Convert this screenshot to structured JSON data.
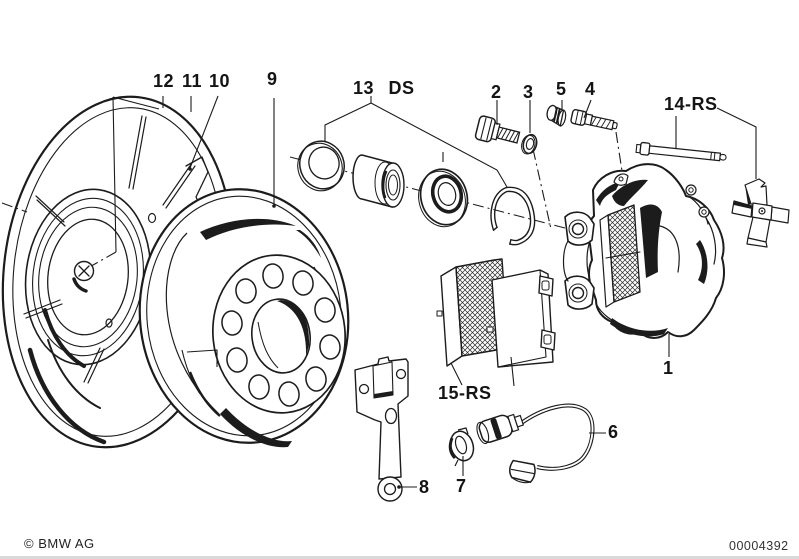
{
  "diagram": {
    "title_hint": "rear brake disc / caliper exploded parts drawing",
    "colors": {
      "ink": "#1c1c1c",
      "paper": "#ffffff"
    },
    "callouts": {
      "c12": "12",
      "c11": "11",
      "c10": "10",
      "c9": "9",
      "c13": "13 DS",
      "c2": "2",
      "c3": "3",
      "c5": "5",
      "c4": "4",
      "c14": "14-RS",
      "c1": "1",
      "c15": "15-RS",
      "c6": "6",
      "c7": "7",
      "c8": "8"
    },
    "footer": {
      "copyright": "© BMW AG",
      "doc_number": "00004392"
    }
  }
}
